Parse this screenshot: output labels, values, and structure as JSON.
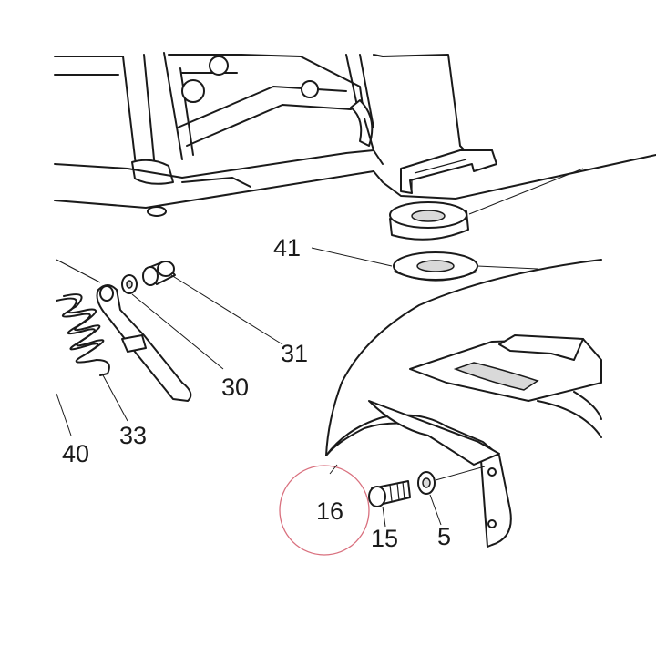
{
  "callouts": [
    {
      "id": "c41",
      "label": "41"
    },
    {
      "id": "c31",
      "label": "31"
    },
    {
      "id": "c30",
      "label": "30"
    },
    {
      "id": "c33",
      "label": "33"
    },
    {
      "id": "c40",
      "label": "40"
    },
    {
      "id": "c16",
      "label": "16"
    },
    {
      "id": "c15",
      "label": "15"
    },
    {
      "id": "c5",
      "label": "5"
    }
  ],
  "colors": {
    "line": "#1a1a1a",
    "highlight_circle": "#d9707e",
    "shade": "#d9d9d9"
  }
}
